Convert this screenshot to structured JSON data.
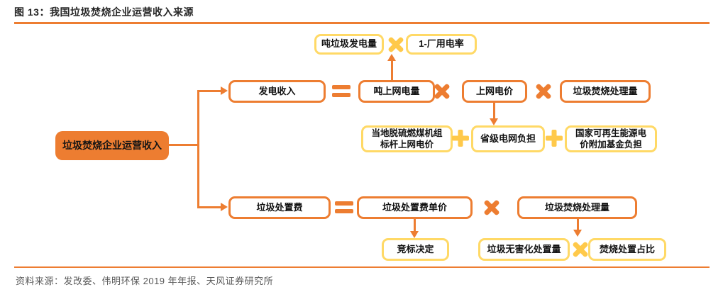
{
  "page": {
    "title": "图 13：我国垃圾焚烧企业运营收入来源",
    "source": "资料来源：发改委、伟明环保 2019 年年报、天风证券研究所"
  },
  "colors": {
    "orange": "#ED7D31",
    "yellow_border": "#FFD966",
    "yellow_symbol": "#FFC94A"
  },
  "operators": {
    "multiply": "×",
    "plus": "+",
    "equals": "="
  },
  "nodes": {
    "root": "垃圾焚烧企业运营收入",
    "power_income": "发电收入",
    "ton_grid_electricity": "吨上网电量",
    "grid_price": "上网电价",
    "incineration_volume_top": "垃圾焚烧处理量",
    "ton_waste_power": "吨垃圾发电量",
    "one_minus_plant_use": "1-厂用电率",
    "coal_benchmark_price": "当地脱硫燃煤机组\n标杆上网电价",
    "provincial_grid_burden": "省级电网负担",
    "renewable_fund_burden": "国家可再生能源电\n价附加基金负担",
    "disposal_fee": "垃圾处置费",
    "disposal_fee_unit_price": "垃圾处置费单价",
    "incineration_volume_bottom": "垃圾焚烧处理量",
    "bidding_decision": "竞标决定",
    "harmless_disposal_volume": "垃圾无害化处置量",
    "incineration_share": "焚烧处置占比"
  }
}
